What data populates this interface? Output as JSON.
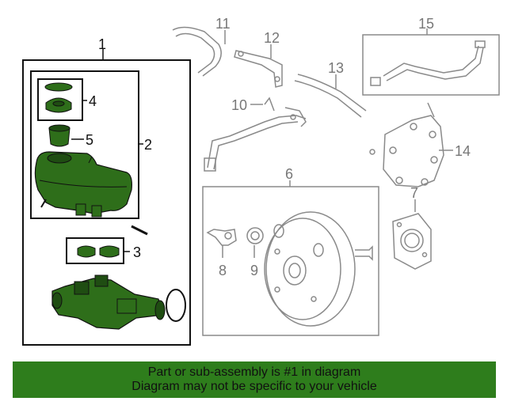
{
  "diagram": {
    "callouts": {
      "c1": "1",
      "c2": "2",
      "c3": "3",
      "c4": "4",
      "c5": "5",
      "c6": "6",
      "c7": "7",
      "c8": "8",
      "c9": "9",
      "c10": "10",
      "c11": "11",
      "c12": "12",
      "c13": "13",
      "c14": "14",
      "c15": "15"
    },
    "colors": {
      "highlight_part": "#2e6e1a",
      "highlight_part_dark": "#1f4d12",
      "line_dark": "#111111",
      "line_grey": "#8a8a8a",
      "banner_bg": "#2e7d1c"
    }
  },
  "banner": {
    "line1": "Part or sub-assembly is #1 in diagram",
    "line2": "Diagram may not be specific to your vehicle"
  }
}
